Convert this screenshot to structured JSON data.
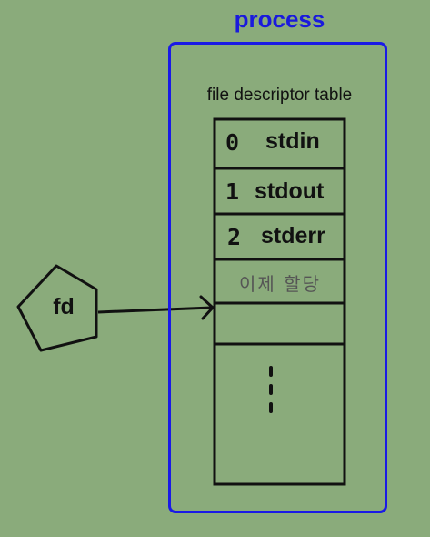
{
  "process": {
    "title": "process",
    "color": "#1a1ae6",
    "table_label": "file descriptor table",
    "entries": [
      {
        "num": "0",
        "name": "stdin"
      },
      {
        "num": "1",
        "name": "stdout"
      },
      {
        "num": "2",
        "name": "stderr"
      }
    ],
    "allocated_label": "이제 할당"
  },
  "fd": {
    "label": "fd"
  },
  "colors": {
    "background": "#8aab7b",
    "ink": "#111111"
  }
}
